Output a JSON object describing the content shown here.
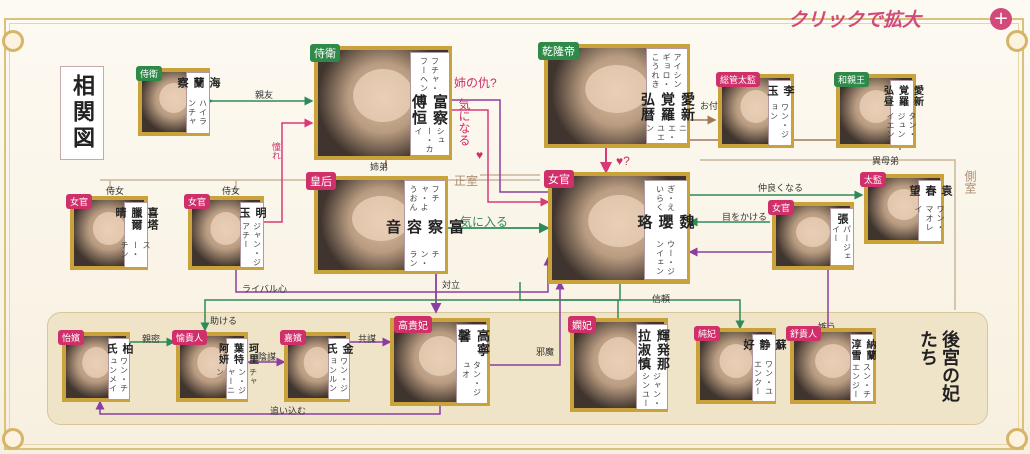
{
  "header": {
    "link_text": "クリックで拡大",
    "zoom_icon": "zoom-in-icon"
  },
  "title": "相関図",
  "harem_title": "後宮の妃たち",
  "side_labels": {
    "seishitsu": "正室",
    "sokushitsu": "側室"
  },
  "characters": {
    "hairanchaa": {
      "role": "侍衛",
      "name": "海蘭察",
      "reading": "ハイランチャ"
    },
    "fucha_fuheng": {
      "role": "侍衛",
      "name": "富察傅恒",
      "reading": "フチャ・フーヘン",
      "sub": "シュー・カイ"
    },
    "kenryuutei": {
      "role": "乾隆帝",
      "name": "愛新覚羅弘暦",
      "reading": "アイシンギョロ・こうれき",
      "sub": "ニエ・ユエン"
    },
    "ri_gyoku": {
      "role": "総管太監",
      "name": "李玉",
      "sub": "ワン・ジョン"
    },
    "kouchuu": {
      "role": "和親王",
      "name": "愛新覚羅弘昼",
      "sub": "タン・ジュンイエン"
    },
    "kitaku": {
      "role": "女官",
      "name": "喜塔臘爾晴",
      "sub": "スー・チン"
    },
    "meigyoku": {
      "role": "女官",
      "name": "明玉",
      "sub": "ジャン・ジアチー"
    },
    "fucha_youon": {
      "role": "皇后",
      "name": "富察容音",
      "reading": "フチャ・ようおん",
      "sub": "チン・ラン"
    },
    "gi_eiraku": {
      "role": "女官",
      "name": "魏瓔珞",
      "reading": "ぎ・えいらく",
      "sub": "ウー・ジンイェン"
    },
    "chou": {
      "role": "女官",
      "name": "張",
      "sub": "パージェイー"
    },
    "en_shunbou": {
      "role": "太監",
      "name": "袁春望",
      "sub": "ワン・マオレイ"
    },
    "haku_shi": {
      "role": "怡嬪",
      "name": "柏氏",
      "sub": "ワン・チュンメイ"
    },
    "kariyou": {
      "role": "愉貴人",
      "name": "珂里葉特阿妍",
      "sub": "チャン・ジャーニン"
    },
    "kin_shi": {
      "role": "嘉嬪",
      "name": "金氏",
      "sub": "ワン・ジョンルン"
    },
    "kou_neikin": {
      "role": "高貴妃",
      "name": "高寧馨",
      "sub": "タン・ジュオ"
    },
    "jun_ki": {
      "role": "嫻妃",
      "name": "輝発那拉淑慎",
      "sub": "ジャン・シンユー"
    },
    "jun_hi": {
      "role": "純妃",
      "name": "蘇静好",
      "sub": "ワン・ユエンクー"
    },
    "shu_kijin": {
      "role": "舒貴人",
      "name": "納蘭淳雪",
      "sub": "スン・チエンジー"
    }
  },
  "relations": {
    "shinyuu": "親友",
    "ane_no_kataki": "姉の仇?",
    "ki_ni_naru": "気になる",
    "ane_otouto": "姉弟",
    "akogare": "憧れ",
    "jijo1": "侍女",
    "jijo2": "侍女",
    "otsukae": "お付き",
    "ibo_otouto": "異母弟",
    "heart_q": "?",
    "nakayoku": "仲良くなる",
    "me_wo_kakeru": "目をかける",
    "ki_ni_iru": "気に入る",
    "rival": "ライバル心",
    "tairitsu": "対立",
    "shinrai": "信頼",
    "tasukeru": "助ける",
    "shinmitsu": "親密",
    "inbou": "陰謀",
    "kyoubou": "共謀",
    "jama": "邪魔",
    "netamu": "嫉う",
    "oikomu": "追い込む"
  }
}
